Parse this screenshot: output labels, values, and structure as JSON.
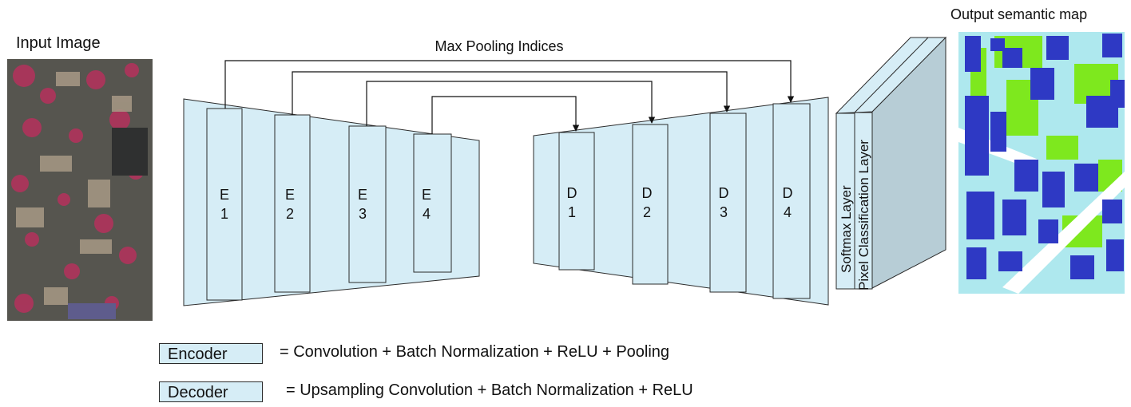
{
  "input_image": {
    "title": "Input Image"
  },
  "output_map": {
    "title": "Output semantic map"
  },
  "skip_label": "Max Pooling Indices",
  "encoders": [
    {
      "letter": "E",
      "num": "1"
    },
    {
      "letter": "E",
      "num": "2"
    },
    {
      "letter": "E",
      "num": "3"
    },
    {
      "letter": "E",
      "num": "4"
    }
  ],
  "decoders": [
    {
      "letter": "D",
      "num": "1"
    },
    {
      "letter": "D",
      "num": "2"
    },
    {
      "letter": "D",
      "num": "3"
    },
    {
      "letter": "D",
      "num": "4"
    }
  ],
  "softmax_label": "Softmax Layer",
  "pixel_label": "Pixel Classification Layer",
  "legend": {
    "encoder": {
      "name": "Encoder",
      "desc": "= Convolution + Batch Normalization + ReLU + Pooling"
    },
    "decoder": {
      "name": "Decoder",
      "desc": "= Upsampling Convolution + Batch Normalization + ReLU"
    }
  },
  "colors": {
    "block_fill": "#d6edf6",
    "block_stroke": "#2b2b2b",
    "map_blue": "#2e39c4",
    "map_green": "#7ee81e",
    "map_cyan": "#aee8ee",
    "map_white": "#ffffff"
  }
}
